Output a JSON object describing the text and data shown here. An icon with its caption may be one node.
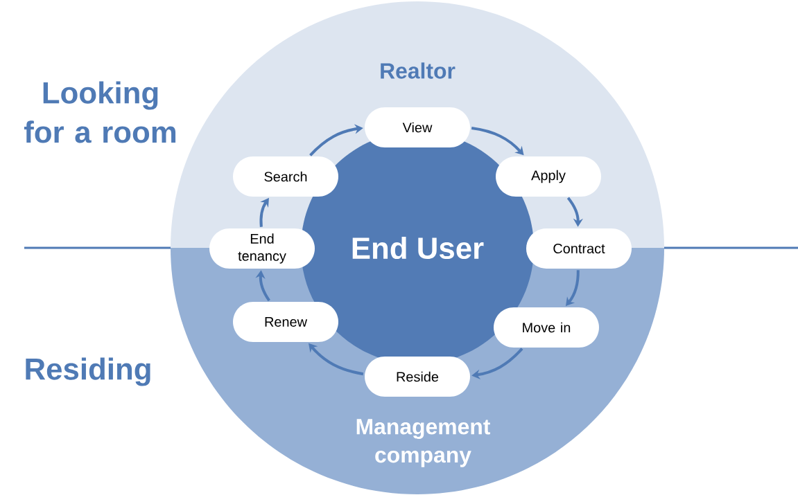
{
  "diagram": {
    "nodes": [
      {
        "text": [
          "End User"
        ]
      },
      {
        "text": [
          "View"
        ]
      },
      {
        "text": [
          "Apply"
        ]
      },
      {
        "text": [
          "Contract"
        ]
      },
      {
        "text": [
          "Move in"
        ]
      },
      {
        "text": [
          "Reside"
        ]
      },
      {
        "text": [
          "Renew"
        ]
      },
      {
        "text": [
          "End tenancy"
        ]
      },
      {
        "text": [
          "Search"
        ]
      }
    ],
    "edges": [
      {
        "from": 8,
        "to": 1,
        "arrow": "to"
      },
      {
        "from": 1,
        "to": 2,
        "arrow": "to"
      },
      {
        "from": 2,
        "to": 3,
        "arrow": "to"
      },
      {
        "from": 3,
        "to": 4,
        "arrow": "to"
      },
      {
        "from": 4,
        "to": 5,
        "arrow": "to"
      },
      {
        "from": 5,
        "to": 6,
        "arrow": "to"
      },
      {
        "from": 6,
        "to": 7,
        "arrow": "to"
      },
      {
        "from": 7,
        "to": 8,
        "arrow": "to"
      }
    ],
    "labels": [
      "Looking for a room",
      "Realtor",
      "Residing",
      "Management company"
    ]
  }
}
